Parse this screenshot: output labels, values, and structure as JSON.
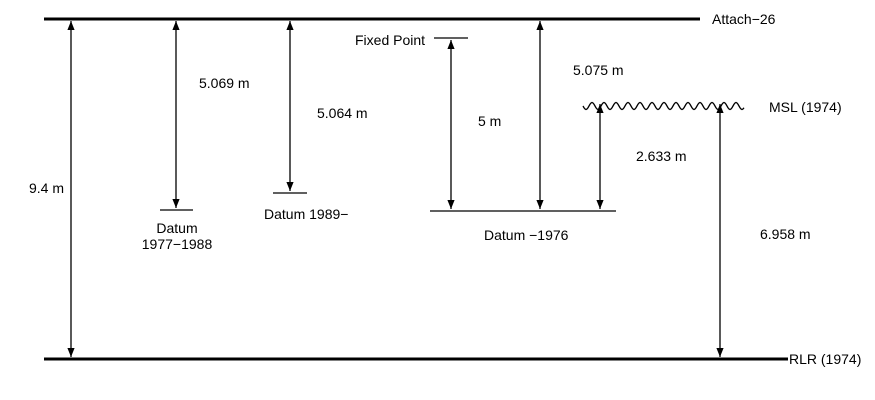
{
  "levels": {
    "attach": "Attach−26",
    "msl": "MSL (1974)",
    "rlr": "RLR (1974)",
    "fixed_point": "Fixed Point",
    "datum_1977_line1": "Datum",
    "datum_1977_line2": "1977−1988",
    "datum_1989": "Datum 1989−",
    "datum_1976": "Datum −1976"
  },
  "measurements": {
    "attach_to_rlr": "9.4 m",
    "attach_to_datum_1977": "5.069 m",
    "attach_to_datum_1989": "5.064 m",
    "fixed_point_to_datum_1976": "5 m",
    "attach_to_datum_1976": "5.075 m",
    "msl_to_datum_1976": "2.633 m",
    "msl_to_rlr": "6.958 m"
  }
}
